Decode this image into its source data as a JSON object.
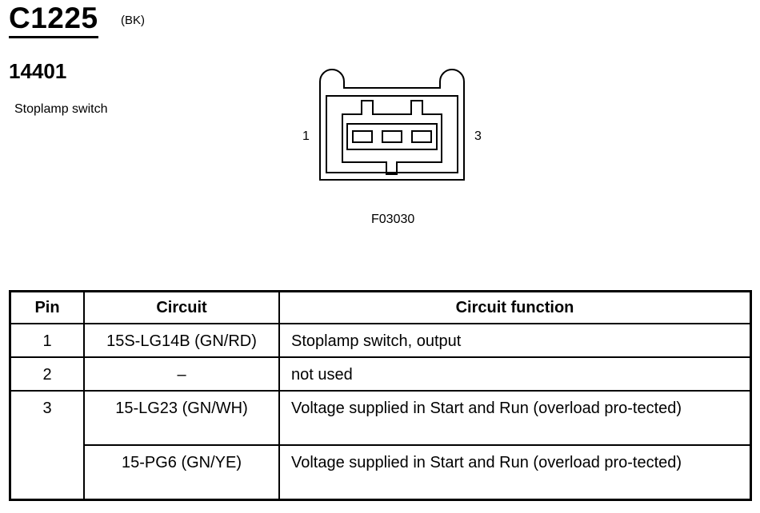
{
  "header": {
    "connector_id": "C1225",
    "color_code": "(BK)",
    "part_number": "14401",
    "part_name": "Stoplamp switch"
  },
  "diagram": {
    "pin_left_label": "1",
    "pin_right_label": "3",
    "figure_code": "F03030"
  },
  "table": {
    "headers": [
      "Pin",
      "Circuit",
      "Circuit function"
    ],
    "rows": [
      {
        "pin": "1",
        "circuit": "15S-LG14B (GN/RD)",
        "function": "Stoplamp switch, output"
      },
      {
        "pin": "2",
        "circuit": "–",
        "function": "not used"
      },
      {
        "pin": "3",
        "circuit": "15-LG23 (GN/WH)",
        "function": "Voltage supplied in Start and Run (overload pro-tected)"
      },
      {
        "pin": "",
        "circuit": "15-PG6 (GN/YE)",
        "function": "Voltage supplied in Start and Run (overload pro-tected)"
      }
    ]
  }
}
